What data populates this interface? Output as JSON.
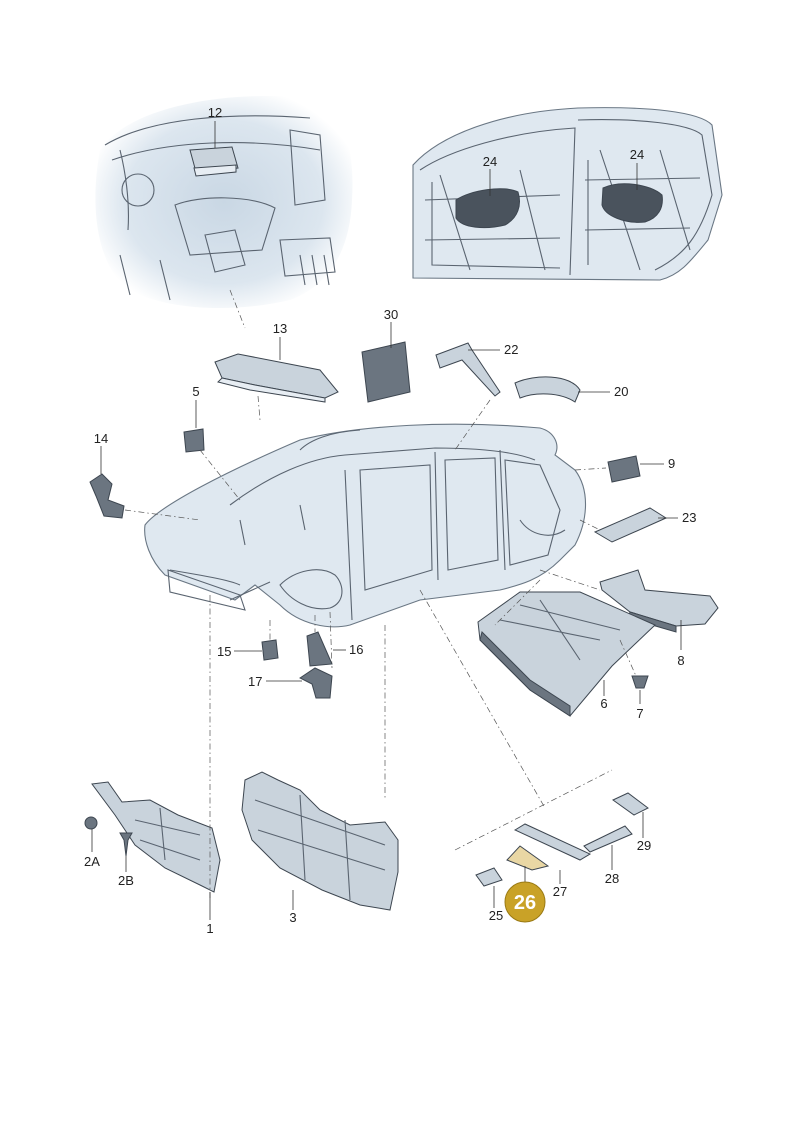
{
  "labels": {
    "p1": "1",
    "p2a": "2A",
    "p2b": "2B",
    "p3": "3",
    "p5": "5",
    "p6": "6",
    "p7": "7",
    "p8": "8",
    "p9": "9",
    "p12": "12",
    "p13": "13",
    "p14": "14",
    "p15": "15",
    "p16": "16",
    "p17": "17",
    "p20": "20",
    "p22": "22",
    "p23": "23",
    "p24a": "24",
    "p24b": "24",
    "p25": "25",
    "p26": "26",
    "p27": "27",
    "p28": "28",
    "p29": "29",
    "p30": "30"
  },
  "colors": {
    "highlight": "#c9a227",
    "highlight_part": "#e9d7a4",
    "line": "#333333",
    "body_fill": "#dfe8f0"
  }
}
